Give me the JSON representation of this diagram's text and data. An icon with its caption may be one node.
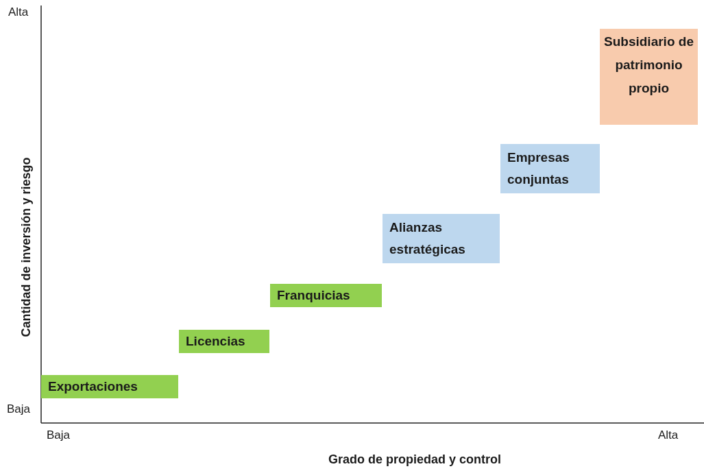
{
  "diagram": {
    "nodes": [
      {
        "text": [
          "Exportaciones"
        ]
      },
      {
        "text": [
          "Licencias"
        ]
      },
      {
        "text": [
          "Franquicias"
        ]
      },
      {
        "text": [
          "Alianzas estratégicas"
        ]
      },
      {
        "text": [
          "Empresas conjuntas"
        ]
      },
      {
        "text": [
          "Subsidiario de patrimonio propio"
        ]
      }
    ],
    "edges": [],
    "labels": [
      "Alta",
      "Cantidad de inversión y riesgo",
      "Baja",
      "Baja",
      "Alta",
      "Grado de propiedad y control"
    ]
  }
}
